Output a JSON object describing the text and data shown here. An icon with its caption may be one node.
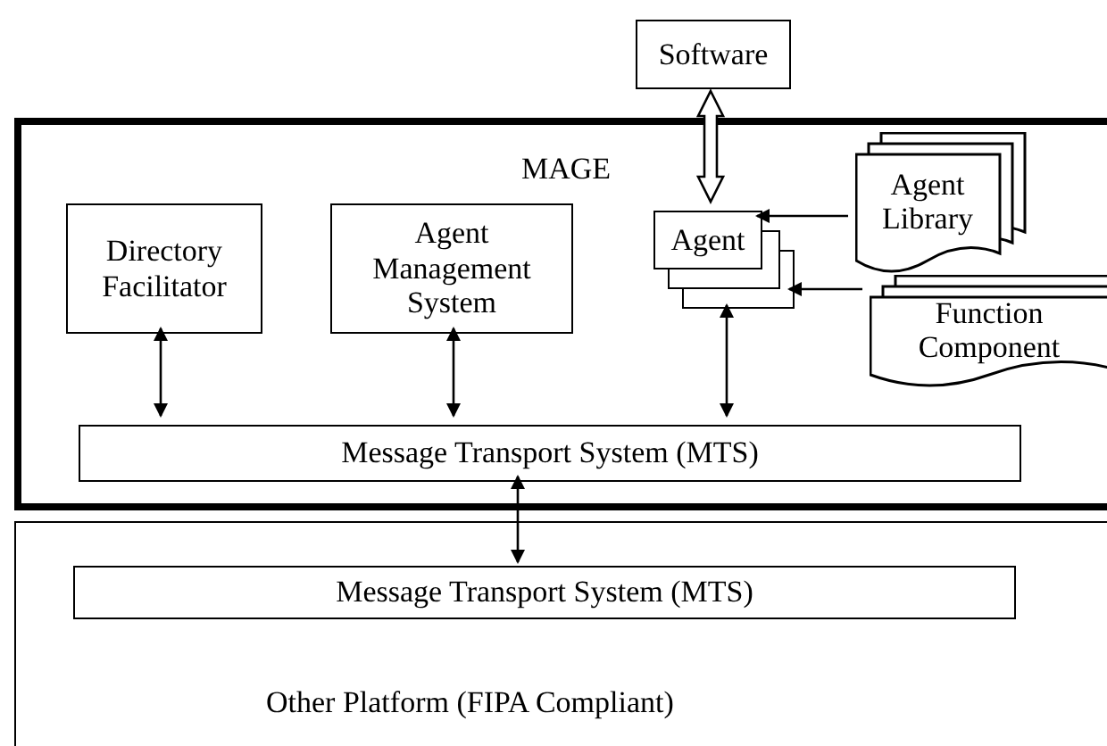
{
  "diagram": {
    "nodes": [
      {
        "text": [
          "Software"
        ]
      },
      {
        "text": [
          "MAGE"
        ]
      },
      {
        "text": [
          "Directory Facilitator"
        ],
        "in": 1
      },
      {
        "text": [
          "Agent Management System"
        ],
        "in": 1
      },
      {
        "text": [
          "Agent"
        ],
        "in": 1
      },
      {
        "text": [
          "Agent Library"
        ],
        "in": 1
      },
      {
        "text": [
          "Function Component"
        ],
        "in": 1
      },
      {
        "text": [
          "Message Transport System (MTS)"
        ],
        "in": 1
      },
      {
        "text": [
          "Other Platform (FIPA Compliant)"
        ]
      },
      {
        "text": [
          "Message Transport System (MTS)"
        ],
        "in": 8
      }
    ],
    "edges": [
      {
        "from": 0,
        "to": 4,
        "arrow": "both",
        "style": "thick"
      },
      {
        "from": 5,
        "to": 4,
        "arrow": "to"
      },
      {
        "from": 6,
        "to": 4,
        "arrow": "to"
      },
      {
        "from": 2,
        "to": 7,
        "arrow": "both"
      },
      {
        "from": 3,
        "to": 7,
        "arrow": "both"
      },
      {
        "from": 4,
        "to": 7,
        "arrow": "both"
      },
      {
        "from": 7,
        "to": 9,
        "arrow": "both"
      }
    ]
  }
}
